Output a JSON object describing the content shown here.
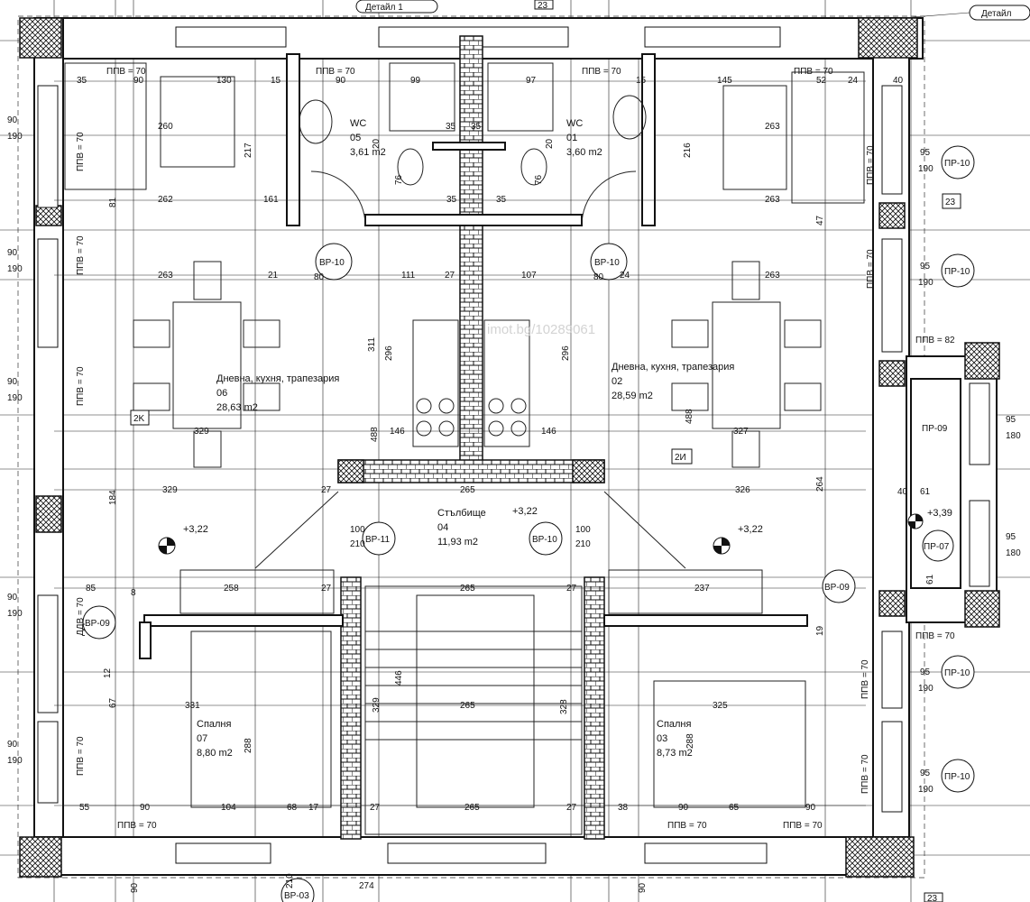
{
  "details": [
    "Детайл 1",
    "Детайл"
  ],
  "watermark": "imot.bg/10289061",
  "rooms": {
    "wc_left": {
      "name": "WC",
      "number": "05",
      "area": "3,61 m2"
    },
    "wc_right": {
      "name": "WC",
      "number": "01",
      "area": "3,60 m2"
    },
    "living_left": {
      "name": "Дневна, кухня, трапезария",
      "number": "06",
      "area": "28,63 m2"
    },
    "living_right": {
      "name": "Дневна, кухня, трапезария",
      "number": "02",
      "area": "28,59 m2"
    },
    "stairs": {
      "name": "Стълбище",
      "number": "04",
      "area": "11,93 m2"
    },
    "bed_left": {
      "name": "Спалня",
      "number": "07",
      "area": "8,80 m2"
    },
    "bed_right": {
      "name": "Спалня",
      "number": "03",
      "area": "8,73 m2"
    }
  },
  "levels": {
    "stairs": "+3,22",
    "left": "+3,22",
    "right": "+3,22",
    "balcony": "+3,39"
  },
  "marks": {
    "ppv70": "ППВ = 70",
    "ppv82": "ППВ = 82",
    "vr10": "ВР-10",
    "vr11": "ВР-11",
    "vr09": "ВР-09",
    "vr03": "ВР-03",
    "pr10": "ПР-10",
    "pr07": "ПР-07",
    "pr09": "ПР-09",
    "ddv70": "ДДВ = 70",
    "mark_2k": "2K",
    "mark_2i": "2И",
    "mark_23": "23",
    "door_w": "100",
    "door_h": "210",
    "door_w80": "80"
  },
  "dims_top": [
    "35",
    "90",
    "130",
    "15",
    "90",
    "99",
    "97",
    "15",
    "145",
    "52",
    "24",
    "40"
  ],
  "dims_bottom_row": [
    "55",
    "90",
    "104",
    "68",
    "17",
    "27",
    "265",
    "27",
    "38",
    "90",
    "65",
    "90"
  ],
  "dims_bottom_axis": [
    "90",
    "274",
    "210",
    "90"
  ],
  "dims_left": [
    "90",
    "190",
    "90",
    "190",
    "90",
    "190",
    "90",
    "190",
    "90",
    "190"
  ],
  "dims_right": [
    "95",
    "190",
    "95",
    "190",
    "95",
    "180",
    "95",
    "180",
    "95",
    "190",
    "95",
    "190"
  ],
  "dims_misc": [
    "260",
    "262",
    "263",
    "21",
    "111",
    "27",
    "107",
    "24",
    "263",
    "263",
    "263",
    "329",
    "27",
    "265",
    "326",
    "146",
    "146",
    "329",
    "327",
    "258",
    "27",
    "265",
    "27",
    "237",
    "331",
    "265",
    "325",
    "161",
    "217",
    "216",
    "296",
    "311",
    "296",
    "488",
    "488",
    "184",
    "264",
    "446",
    "329",
    "328",
    "288",
    "288",
    "35",
    "35",
    "35",
    "35",
    "20",
    "20",
    "76",
    "76",
    "61",
    "61",
    "40",
    "85",
    "8",
    "19",
    "47",
    "81",
    "67",
    "12"
  ]
}
